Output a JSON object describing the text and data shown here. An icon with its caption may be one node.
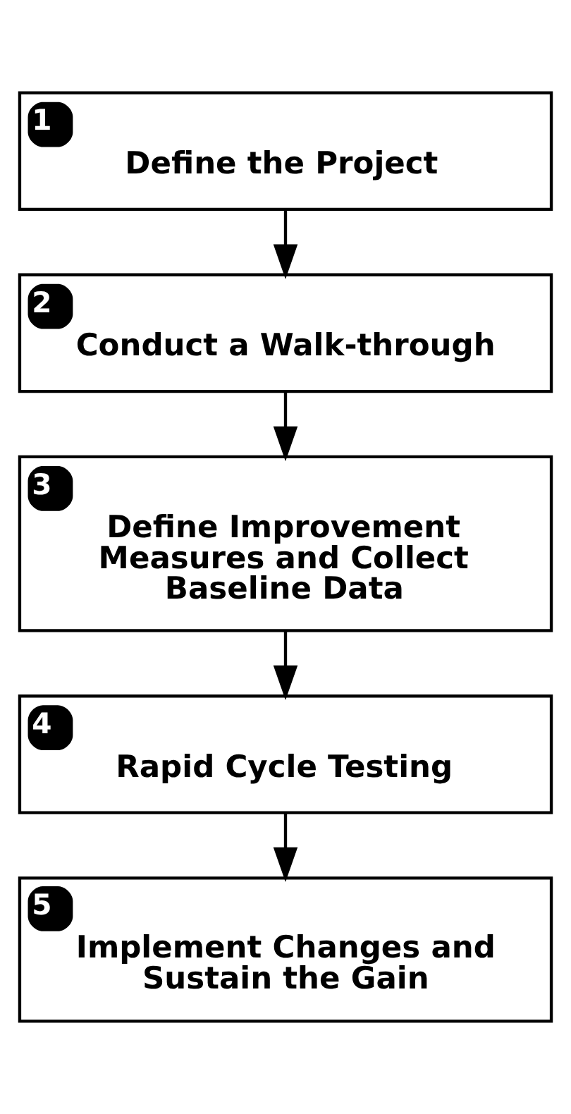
{
  "diagram": {
    "nodes": [
      {
        "text": [
          "1",
          "Define the Project"
        ]
      },
      {
        "text": [
          "2",
          "Conduct a Walk-through"
        ]
      },
      {
        "text": [
          "3",
          "Define Improvement Measures and Collect Baseline Data"
        ]
      },
      {
        "text": [
          "4",
          "Rapid Cycle Testing"
        ]
      },
      {
        "text": [
          "5",
          "Implement Changes and Sustain the Gain"
        ]
      }
    ],
    "edges": [
      {
        "from": 0,
        "to": 1,
        "arrow": "to"
      },
      {
        "from": 1,
        "to": 2,
        "arrow": "to"
      },
      {
        "from": 2,
        "to": 3,
        "arrow": "to"
      },
      {
        "from": 3,
        "to": 4,
        "arrow": "to"
      }
    ]
  }
}
